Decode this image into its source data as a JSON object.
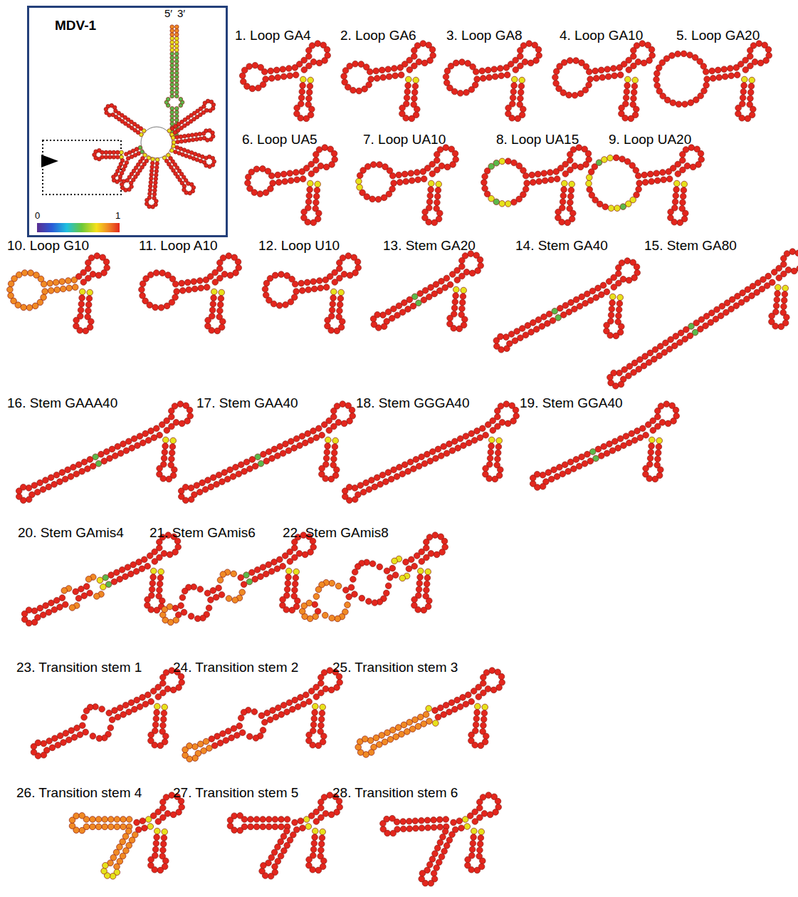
{
  "diagram": {
    "nodes": [
      {
        "text": [
          "MDV-1"
        ]
      }
    ],
    "labels": [
      "5′",
      "3′",
      "0",
      "1",
      "1. Loop GA4",
      "2. Loop GA6",
      "3. Loop GA8",
      "4. Loop GA10",
      "5. Loop GA20",
      "6. Loop UA5",
      "7. Loop UA10",
      "8. Loop UA15",
      "9. Loop UA20",
      "10. Loop G10",
      "11. Loop A10",
      "12. Loop U10",
      "13. Stem GA20",
      "14. Stem GA40",
      "15. Stem GA80",
      "16. Stem GAAA40",
      "17. Stem GAA40",
      "18. Stem GGGA40",
      "19. Stem GGA40",
      "20. Stem GAmis4",
      "21. Stem GAmis6",
      "22. Stem GAmis8",
      "23. Transition stem 1",
      "24. Transition stem 2",
      "25. Transition stem 3",
      "26. Transition stem 4",
      "27. Transition stem 5",
      "28. Transition stem 6"
    ]
  }
}
